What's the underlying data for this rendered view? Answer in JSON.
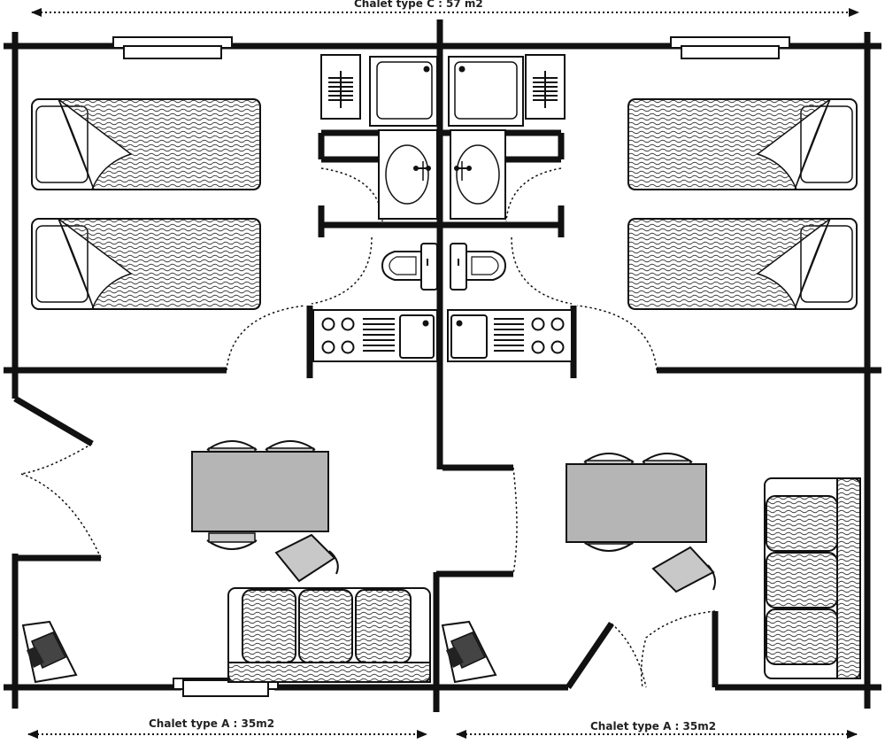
{
  "labels": {
    "top": "Chalet type C : 57 m2",
    "bottom_left": "Chalet type A : 35m2",
    "bottom_right": "Chalet type A : 35m2"
  },
  "colors": {
    "wall": "#111111",
    "furniture_fill": "#b5b5b5",
    "wave": "#3c3c3c",
    "background": "#ffffff"
  },
  "icons": [
    "bed-icon",
    "shower-icon",
    "sink-icon",
    "toilet-icon",
    "stove-icon",
    "table-icon",
    "chair-icon",
    "sofa-icon",
    "armchair-icon",
    "radiator-icon",
    "door-swing-icon",
    "window-icon",
    "dimension-arrow-icon"
  ]
}
